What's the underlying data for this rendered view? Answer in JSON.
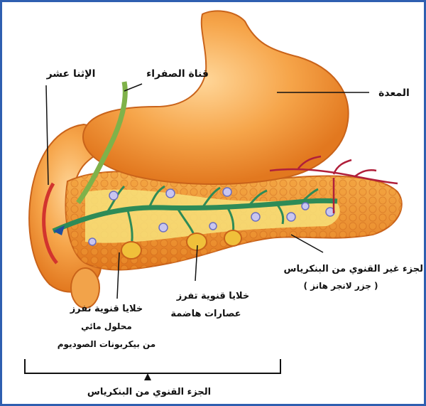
{
  "labels": {
    "duodenum": "الإثنا عشر",
    "bile_duct": "قناة الصفراء",
    "stomach": "المعدة",
    "non_ductal_part": "الجزء غير القنوي من البنكرياس",
    "langerhans": "( جزر لانجر هانز )",
    "cells_digestive_1": "خلايا قنوية تفرز",
    "cells_digestive_2": "عصارات هاضمة",
    "cells_water_1": "خلايا قنوية تفرز",
    "cells_water_2": "محلول مائي",
    "cells_water_3": "من بيكربونات الصوديوم",
    "ductal_part": "الجزء القنوي من البنكرياس"
  },
  "colors": {
    "frame": "#2f5fb0",
    "organ": "#f39a3c",
    "organ_dark": "#d9701c",
    "duct": "#2e8b57",
    "vessel": "#b01f3a",
    "islet": "#6b6fc2"
  }
}
